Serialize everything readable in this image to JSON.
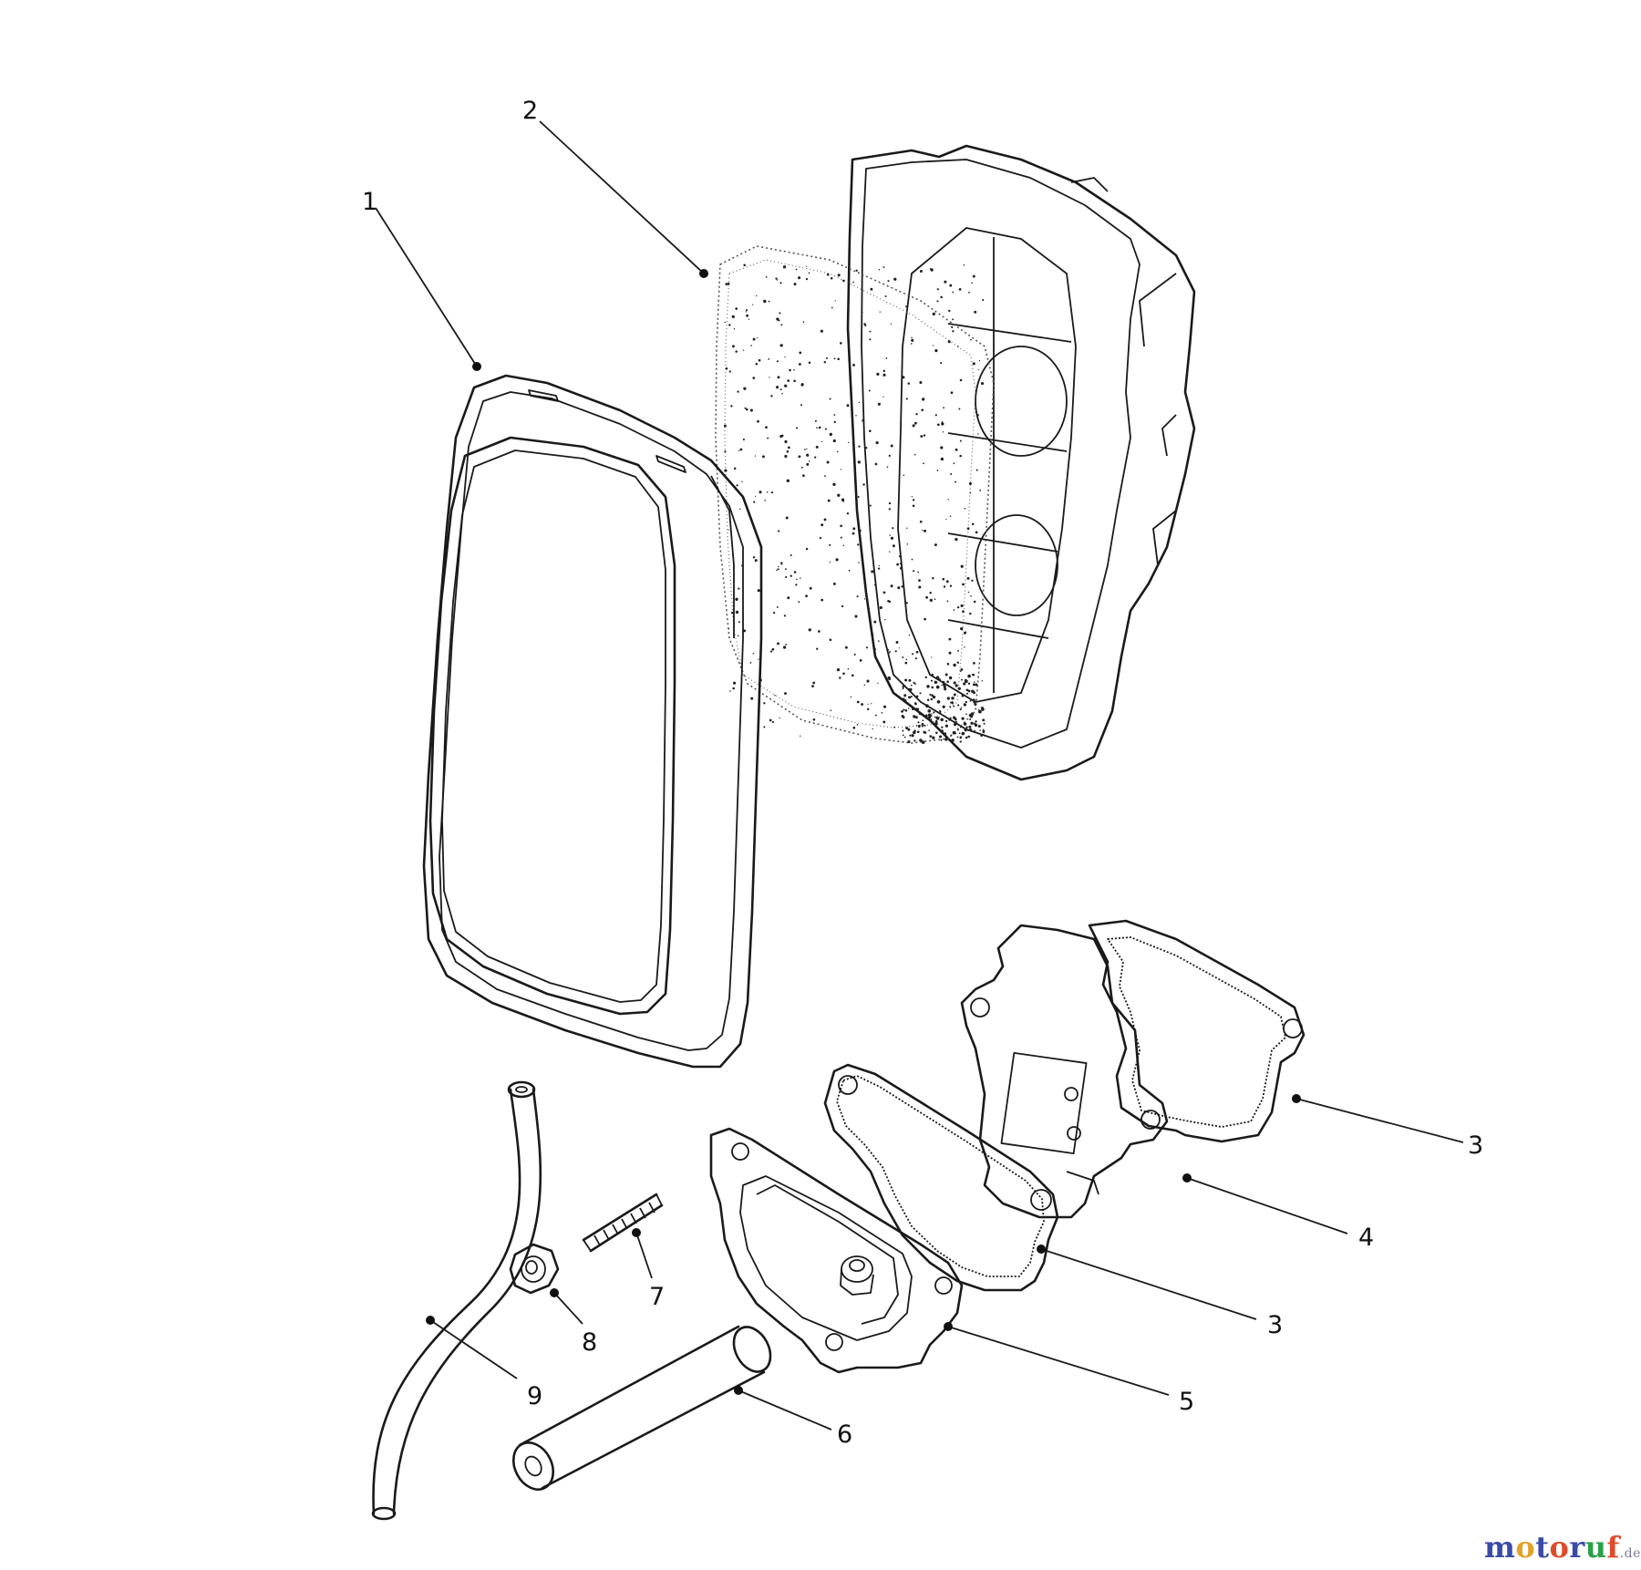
{
  "callouts": {
    "c1": "1",
    "c2": "2",
    "c3a": "3",
    "c3b": "3",
    "c4": "4",
    "c5": "5",
    "c6": "6",
    "c7": "7",
    "c8": "8",
    "c9": "9"
  },
  "watermark": {
    "text": "motoruf",
    "suffix": ".de",
    "colors": [
      "#3b4aa8",
      "#e0a32a",
      "#3b4aa8",
      "#e04a2a",
      "#3b4aa8",
      "#2aa04a",
      "#e04a2a"
    ]
  },
  "colors": {
    "line": "#1a1a1a",
    "background": "#ffffff"
  }
}
